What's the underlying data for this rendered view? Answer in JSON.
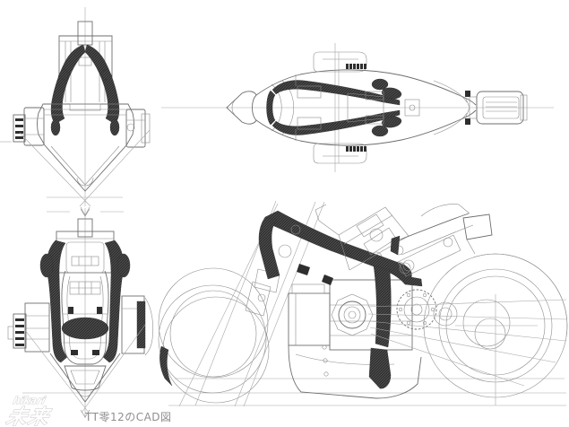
{
  "page": {
    "background_color": "#ffffff"
  },
  "drawing": {
    "construction_line_color": "#a8a8a8",
    "outline_color": "#6e6e6e",
    "frame_hatch_fill_color": "#2e2e2e"
  },
  "caption": {
    "text": "TT零12のCAD図",
    "color": "#8f8f8f"
  },
  "watermark": {
    "line1": "hikari",
    "line2": "未来",
    "outline_color": "#c5c5c5"
  }
}
